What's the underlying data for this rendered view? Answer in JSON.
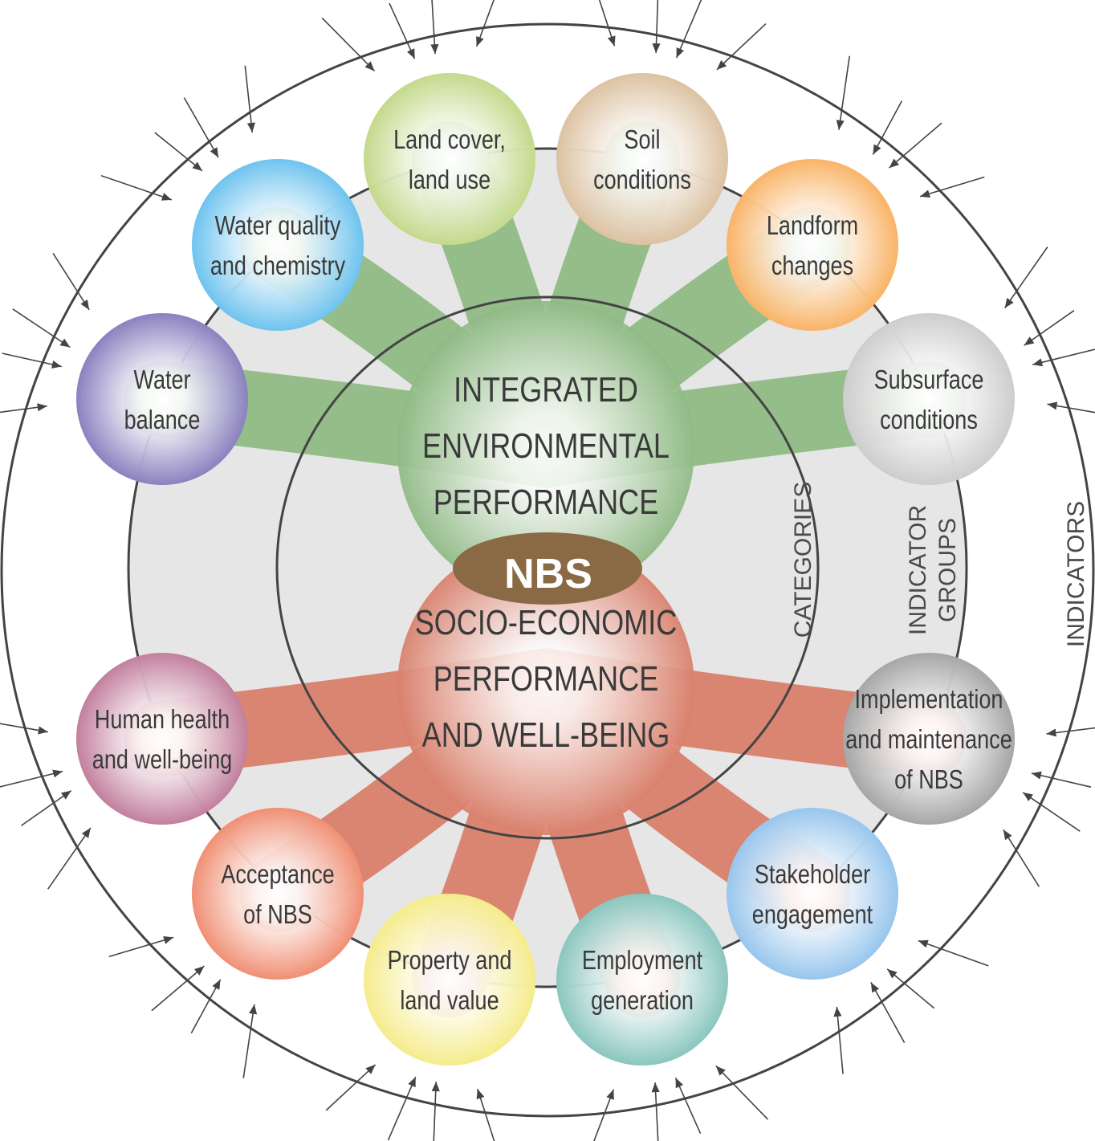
{
  "center": {
    "label": "NBS"
  },
  "categories": [
    {
      "lines": [
        "INTEGRATED",
        "ENVIRONMENTAL",
        "PERFORMANCE"
      ],
      "color": "#8fba84"
    },
    {
      "lines": [
        "SOCIO-ECONOMIC",
        "PERFORMANCE",
        "AND WELL-BEING"
      ],
      "color": "#d9806c"
    }
  ],
  "ring_labels": {
    "categories": "CATEGORIES",
    "indicator_groups_1": "INDICATOR",
    "indicator_groups_2": "GROUPS",
    "indicators": "INDICATORS"
  },
  "indicator_groups": [
    {
      "lines": [
        "Land cover,",
        "land use"
      ],
      "color": "#c4d98c",
      "category": 0
    },
    {
      "lines": [
        "Soil",
        "conditions"
      ],
      "color": "#dcc2a2",
      "category": 0
    },
    {
      "lines": [
        "Landform",
        "changes"
      ],
      "color": "#f9b467",
      "category": 0
    },
    {
      "lines": [
        "Subsurface",
        "conditions"
      ],
      "color": "#cdcdcd",
      "category": 0
    },
    {
      "lines": [
        "Water quality",
        "and chemistry"
      ],
      "color": "#6ec3ef",
      "category": 0
    },
    {
      "lines": [
        "Water",
        "balance"
      ],
      "color": "#8a81bf",
      "category": 0
    },
    {
      "lines": [
        "Human health",
        "and well-being"
      ],
      "color": "#c27f9d",
      "category": 1
    },
    {
      "lines": [
        "Acceptance",
        "of NBS"
      ],
      "color": "#f08f74",
      "category": 1
    },
    {
      "lines": [
        "Property and",
        "land value"
      ],
      "color": "#f5ec8c",
      "category": 1
    },
    {
      "lines": [
        "Employment",
        "generation"
      ],
      "color": "#8ac6bf",
      "category": 1
    },
    {
      "lines": [
        "Stakeholder",
        "engagement"
      ],
      "color": "#98c6ed",
      "category": 1
    },
    {
      "lines": [
        "Implementation",
        "and maintenance",
        "of NBS"
      ],
      "color": "#a6a6a6",
      "category": 1
    }
  ]
}
